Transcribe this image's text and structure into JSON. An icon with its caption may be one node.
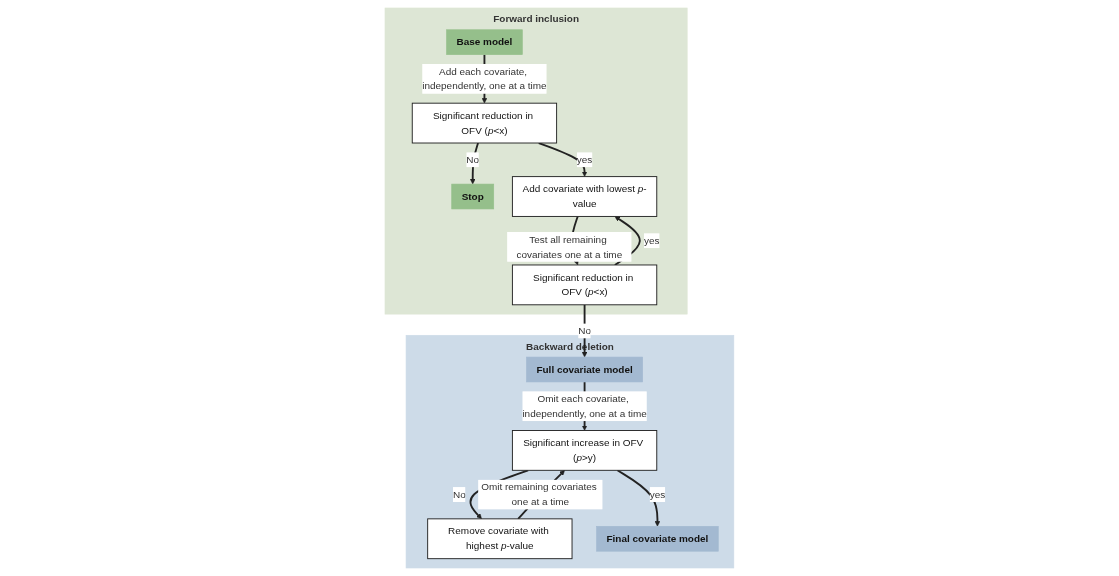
{
  "diagram": {
    "nodes": [
      {
        "text": [
          "Forward inclusion"
        ]
      },
      {
        "text": [
          "Base model"
        ],
        "in": 0
      },
      {
        "text": [
          "Significant reduction in OFV (*p*<x)"
        ],
        "in": 0
      },
      {
        "text": [
          "Stop"
        ],
        "in": 0
      },
      {
        "text": [
          "Add covariate with lowest *p*-value"
        ],
        "in": 0
      },
      {
        "text": [
          "Significant reduction in OFV (*p*<x)"
        ],
        "in": 0
      },
      {
        "text": [
          "Backward deletion"
        ]
      },
      {
        "text": [
          "Full covariate model"
        ],
        "in": 6
      },
      {
        "text": [
          "Significant increase in OFV (*p*>y)"
        ],
        "in": 6
      },
      {
        "text": [
          "Remove covariate with highest *p*-value"
        ],
        "in": 6
      },
      {
        "text": [
          "Final covariate model"
        ],
        "in": 6
      }
    ],
    "edges": [
      {
        "from": 1,
        "to": 2,
        "arrow": "to",
        "label": "Add each covariate, independently, one at a time"
      },
      {
        "from": 2,
        "to": 3,
        "arrow": "to",
        "label": "No"
      },
      {
        "from": 2,
        "to": 4,
        "arrow": "to",
        "label": "yes"
      },
      {
        "from": 4,
        "to": 5,
        "arrow": "to",
        "label": "Test all remaining covariates one at a time"
      },
      {
        "from": 5,
        "to": 4,
        "arrow": "to",
        "label": "yes"
      },
      {
        "from": 5,
        "to": 7,
        "arrow": "to",
        "label": "No"
      },
      {
        "from": 7,
        "to": 8,
        "arrow": "to",
        "label": "Omit each covariate, independently, one at a time"
      },
      {
        "from": 8,
        "to": 9,
        "arrow": "to",
        "label": "No"
      },
      {
        "from": 9,
        "to": 8,
        "arrow": "to",
        "label": "Omit remaining covariates one at a time"
      },
      {
        "from": 8,
        "to": 10,
        "arrow": "to",
        "label": "yes"
      }
    ]
  }
}
